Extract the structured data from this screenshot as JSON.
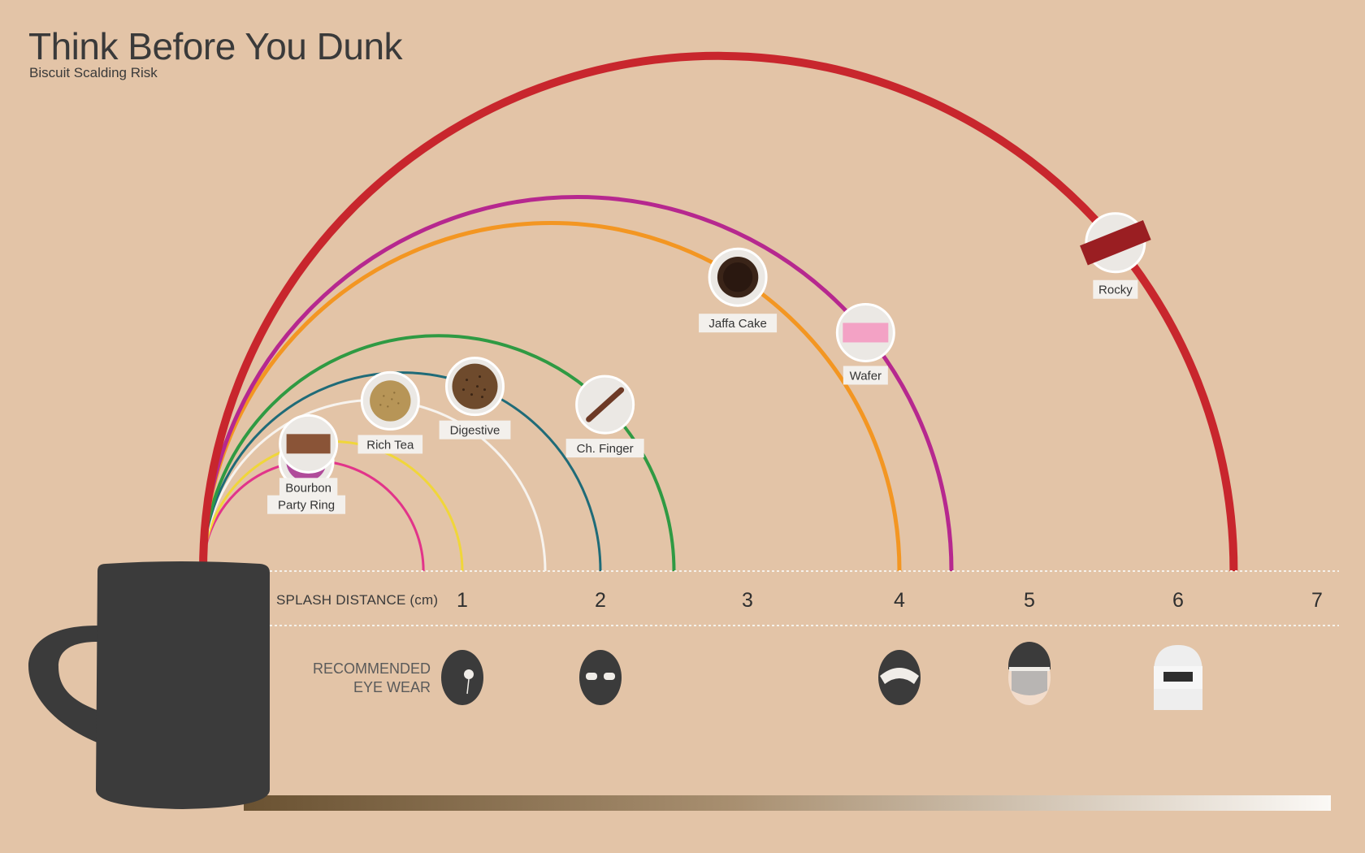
{
  "header": {
    "title": "Think Before You Dunk",
    "subtitle": "Biscuit Scalding Risk"
  },
  "colors": {
    "background": "#e3c4a7",
    "mug": "#3b3b3b",
    "label_bg": "#f3f0ec",
    "badge_bg": "#ebe8e4"
  },
  "chart_data": {
    "type": "arc",
    "title": "Think Before You Dunk",
    "subtitle": "Biscuit Scalding Risk",
    "xlabel": "SPLASH DISTANCE (cm)",
    "xlim": [
      0,
      7
    ],
    "ticks": [
      1,
      2,
      3,
      4,
      5,
      6,
      7
    ],
    "series": [
      {
        "name": "Party Ring",
        "splash": 0.85,
        "color": "#e2348a",
        "icon": "party-ring-icon"
      },
      {
        "name": "Bourbon",
        "splash": 1.0,
        "color": "#f0d63a",
        "icon": "bourbon-icon"
      },
      {
        "name": "Rich Tea",
        "splash": 1.6,
        "color": "#f7f3ee",
        "icon": "rich-tea-icon"
      },
      {
        "name": "Digestive",
        "splash": 2.0,
        "color": "#1f6b78",
        "icon": "digestive-icon"
      },
      {
        "name": "Ch. Finger",
        "splash": 2.5,
        "color": "#2f9a43",
        "icon": "chocolate-finger-icon"
      },
      {
        "name": "Jaffa Cake",
        "splash": 4.0,
        "color": "#f39622",
        "icon": "jaffa-cake-icon"
      },
      {
        "name": "Wafer",
        "splash": 4.4,
        "color": "#b6288f",
        "icon": "wafer-icon"
      },
      {
        "name": "Rocky",
        "splash": 6.4,
        "color": "#c8262d",
        "icon": "rocky-icon"
      }
    ],
    "eyewear_label": [
      "RECOMMENDED",
      "EYE WEAR"
    ],
    "eyewear": [
      {
        "at": 1,
        "icon": "monocle-icon"
      },
      {
        "at": 2,
        "icon": "glasses-icon"
      },
      {
        "at": 4,
        "icon": "goggles-icon"
      },
      {
        "at": 5,
        "icon": "face-shield-icon"
      },
      {
        "at": 6,
        "icon": "welding-helmet-icon"
      }
    ]
  }
}
